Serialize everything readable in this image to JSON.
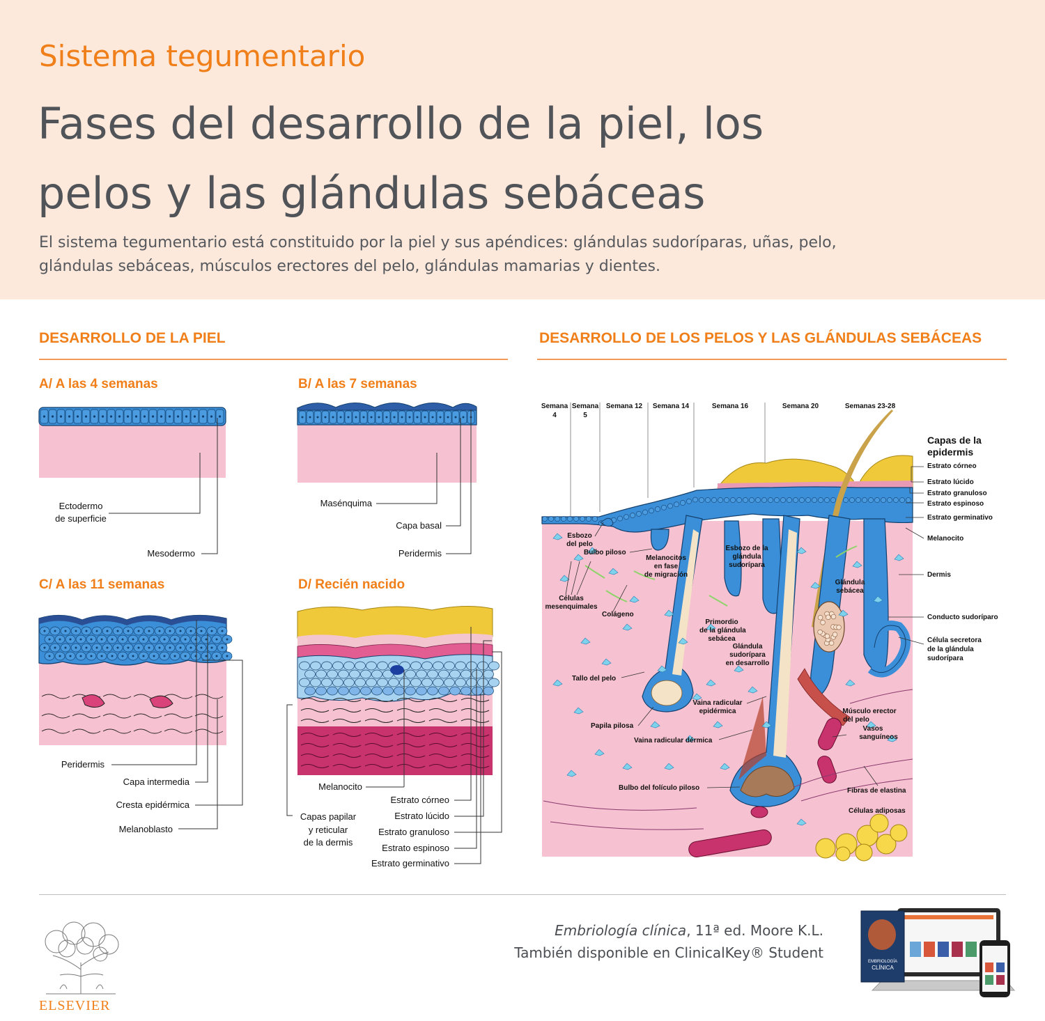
{
  "header": {
    "kicker": "Sistema tegumentario",
    "title": "Fases del desarrollo de la piel, los pelos y las glándulas sebáceas",
    "intro": "El sistema tegumentario está constituido por la piel y sus apéndices: glándulas sudoríparas, uñas, pelo, glándulas sebáceas, músculos erectores del pelo, glándulas mamarias y dientes."
  },
  "skin": {
    "section_title": "DESARROLLO DE LA PIEL",
    "a": {
      "title": "A/ A las 4 semanas",
      "labels": [
        "Ectodermo",
        "de superficie",
        "Mesodermo"
      ]
    },
    "b": {
      "title": "B/  A las 7 semanas",
      "labels": [
        "Masénquima",
        "Capa basal",
        "Peridermis"
      ]
    },
    "c": {
      "title": "C/  A las 11 semanas",
      "labels": [
        "Peridermis",
        "Capa intermedia",
        "Cresta epidérmica",
        "Melanoblasto"
      ]
    },
    "d": {
      "title": "D/  Recién nacido",
      "labels": [
        "Melanocito",
        "Capas papilar",
        "y reticular",
        "de la dermis",
        "Estrato córneo",
        "Estrato lúcido",
        "Estrato granuloso",
        "Estrato espinoso",
        "Estrato germinativo"
      ]
    }
  },
  "hair": {
    "section_title": "DESARROLLO DE LOS PELOS Y LAS GLÁNDULAS SEBÁCEAS",
    "weeks": [
      "Semana",
      "4",
      "Semana",
      "5",
      "Semana 12",
      "Semana 14",
      "Semana 16",
      "Semana 20",
      "Semanas 23-28"
    ],
    "layers_title": "Capas de la epidermis",
    "right_labels": [
      "Estrato córneo",
      "Estrato lúcido",
      "Estrato granuloso",
      "Estrato espinoso",
      "Estrato germinativo",
      "Melanocito",
      "Dermis",
      "Conducto sudoríparo",
      "Célula secretora",
      "de la glándula",
      "sudorípara"
    ],
    "inner_labels": [
      "Esbozo",
      "del pelo",
      "Bulbo piloso",
      "Melanocitos",
      "en fase",
      "de migración",
      "Esbozo de la",
      "glándula",
      "sudorípara",
      "Glándula",
      "sebácea",
      "Células",
      "mesenquimales",
      "Colágeno",
      "Primordio",
      "de la glándula",
      "sebácea",
      "Glándula",
      "sudorípara",
      "en desarrollo",
      "Tallo del pelo",
      "Vaina radicular",
      "epidérmica",
      "Papila pilosa",
      "Vaina radicular dérmica",
      "Músculo erector",
      "del pelo",
      "Vasos",
      "sanguíneos",
      "Bulbo del folículo piloso",
      "Fibras de elastina",
      "Células adiposas"
    ]
  },
  "footer": {
    "book": "Embriología clínica",
    "edition": ", 11ª ed. Moore K.L.",
    "availability": "También disponible en ClinicalKey® Student",
    "logo": "ELSEVIER",
    "cover_title": [
      "EMBRIOLOGÍA",
      "CLÍNICA"
    ]
  },
  "colors": {
    "accent": "#f07f19",
    "header_bg": "#fde9dc",
    "dermis_pink": "#f6c1d1",
    "cell_blue": "#3a8fd6",
    "keratin_yellow": "#f0c93a",
    "deep_magenta": "#c8336e"
  }
}
